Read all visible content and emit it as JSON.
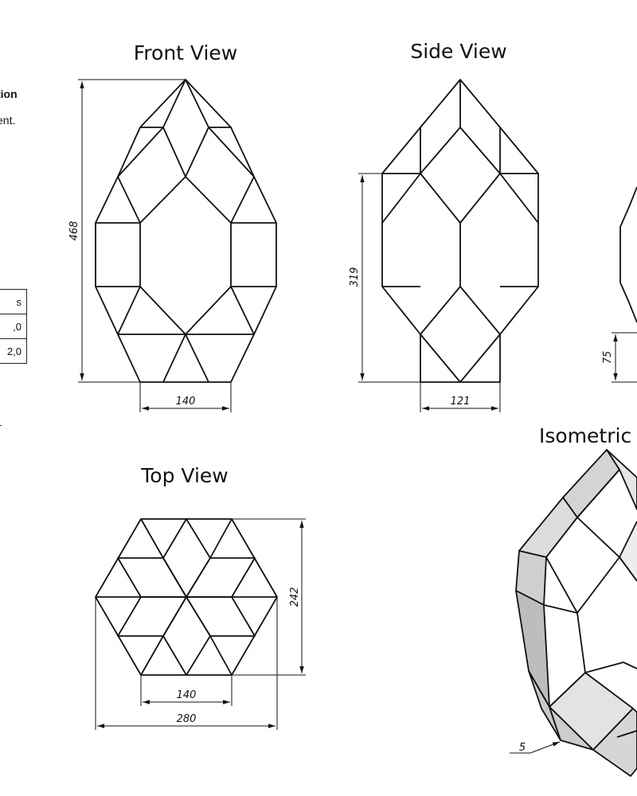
{
  "sidebar": {
    "title_fragment": "tion",
    "note_fragment": "ent.",
    "table_header": "s",
    "table_rows": [
      ",0",
      "2,0"
    ],
    "mark": "-"
  },
  "views": {
    "front": {
      "title": "Front View",
      "height": "468",
      "width": "140"
    },
    "side": {
      "title": "Side View",
      "height": "319",
      "width": "121"
    },
    "right_partial": {
      "dim": "75"
    },
    "top": {
      "title": "Top View",
      "height": "242",
      "inner_width": "140",
      "width": "280"
    },
    "isometric": {
      "title": "Isometric V",
      "callout": "5"
    }
  }
}
